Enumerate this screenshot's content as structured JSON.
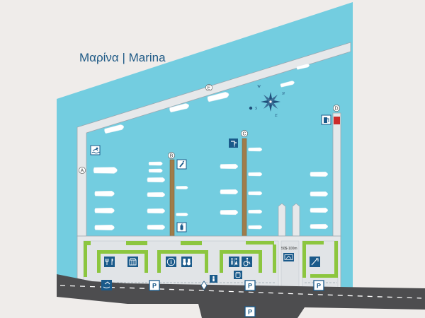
{
  "map": {
    "title": "Μαρίνα | Marina",
    "piers": [
      "A",
      "B",
      "C",
      "D",
      "E"
    ],
    "parking_label": "P",
    "distance_sign": "50$-100m",
    "colors": {
      "water": "#73cde0",
      "land": "#efecea",
      "quay": "#e6e8ea",
      "green": "#8cc63f",
      "road": "#4d4d4f",
      "icon_blue": "#1a5a8a",
      "wood_pier": "#a07c4a"
    },
    "compass": {
      "n": "N",
      "s": "S",
      "e": "E",
      "w": "W"
    },
    "icons": [
      "swimming-icon",
      "fuel-pump-icon",
      "water-tap-icon",
      "fire-extinguisher-icon",
      "restaurant-icon",
      "shop-icon",
      "information-icon",
      "binoculars-icon",
      "toilets-icon",
      "accessible-icon",
      "phone-icon",
      "lifebuoy-icon",
      "boat-crane-icon",
      "ship-chandler-icon"
    ]
  }
}
